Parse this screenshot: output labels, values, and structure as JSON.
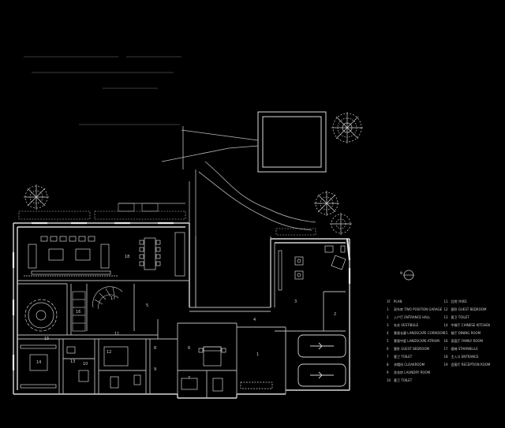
{
  "room_numbers": {
    "r1": "1",
    "r2": "2",
    "r3": "3",
    "r4": "4",
    "r5": "5",
    "r6": "6",
    "r7": "7",
    "r8": "8",
    "r9": "9",
    "r10": "10",
    "r11": "11",
    "r12": "12",
    "r13": "13",
    "r14": "14",
    "r15": "15",
    "r16": "16",
    "r17": "17",
    "r18": "18"
  },
  "legend": [
    {
      "num": "1F",
      "label": "PLAN"
    },
    {
      "num": "1",
      "label": "双车库 TWO POSITION GARAGE"
    },
    {
      "num": "2",
      "label": "入户厅 ENTRANCE HALL"
    },
    {
      "num": "3",
      "label": "玄关 VESTIBULE"
    },
    {
      "num": "4",
      "label": "景观长廊 LANDSCAPE CORRIDOR"
    },
    {
      "num": "5",
      "label": "景观中庭 LANDSCAPE ATRIUM"
    },
    {
      "num": "6",
      "label": "客卧 GUEST BEDROOM"
    },
    {
      "num": "7",
      "label": "客卫 TOILET"
    },
    {
      "num": "8",
      "label": "衣帽间 CLOAKROOM"
    },
    {
      "num": "9",
      "label": "洗衣房 LAUNDRY ROOM"
    },
    {
      "num": "10",
      "label": "客卫 TOILET"
    },
    {
      "num": "11",
      "label": "后院 YARD"
    },
    {
      "num": "12",
      "label": "客卧 GUEST BEDROOM"
    },
    {
      "num": "13",
      "label": "客卫 TOILET"
    },
    {
      "num": "14",
      "label": "中餐厅 CHINESE KITCHEN"
    },
    {
      "num": "15",
      "label": "餐厅 DINING ROOM"
    },
    {
      "num": "16",
      "label": "家庭厅 FAMILY ROOM"
    },
    {
      "num": "17",
      "label": "楼梯 STAIRWELLS"
    },
    {
      "num": "18",
      "label": "主入口 ENTRANCE"
    },
    {
      "num": "19",
      "label": "会客厅 RECEPTION ROOM"
    }
  ],
  "north": {
    "label": "N"
  }
}
